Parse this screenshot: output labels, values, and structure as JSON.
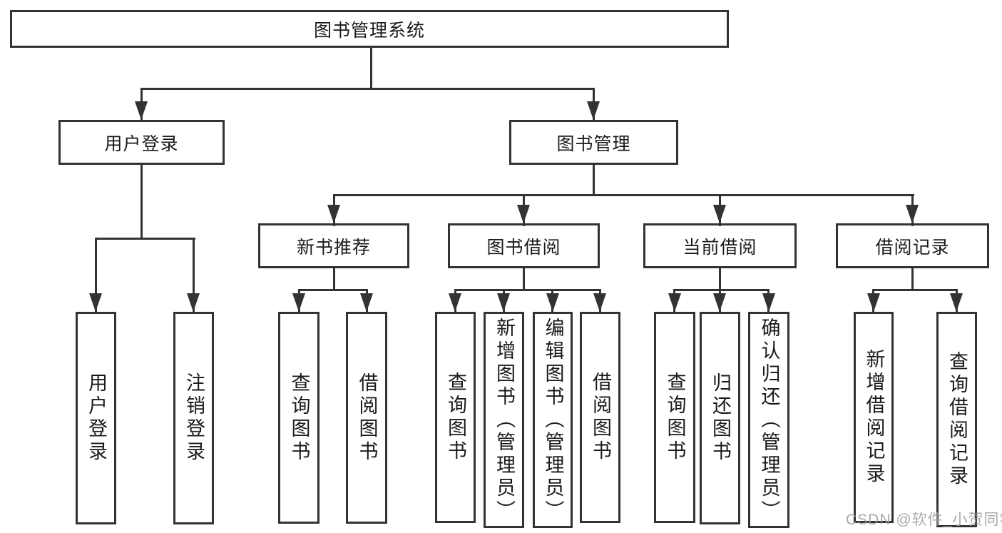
{
  "tree": {
    "root": {
      "label": "图书管理系统"
    },
    "children": [
      {
        "label": "用户登录",
        "children": [
          {
            "label": "用户登录"
          },
          {
            "label": "注销登录"
          }
        ]
      },
      {
        "label": "图书管理",
        "children": [
          {
            "label": "新书推荐",
            "children": [
              {
                "label": "查询图书"
              },
              {
                "label": "借阅图书"
              }
            ]
          },
          {
            "label": "图书借阅",
            "children": [
              {
                "label": "查询图书"
              },
              {
                "label": "新增图书（管理员）"
              },
              {
                "label": "编辑图书（管理员）"
              },
              {
                "label": "借阅图书"
              }
            ]
          },
          {
            "label": "当前借阅",
            "children": [
              {
                "label": "查询图书"
              },
              {
                "label": "归还图书"
              },
              {
                "label": "确认归还（管理员）"
              }
            ]
          },
          {
            "label": "借阅记录",
            "children": [
              {
                "label": "新增借阅记录"
              },
              {
                "label": "查询借阅记录"
              }
            ]
          }
        ]
      }
    ]
  },
  "watermark": {
    "text": "CSDN @软件_小贺同学"
  },
  "colors": {
    "line": "#333333",
    "text": "#1a1a1a",
    "background": "#ffffff",
    "watermark": "#9c9c9c"
  }
}
